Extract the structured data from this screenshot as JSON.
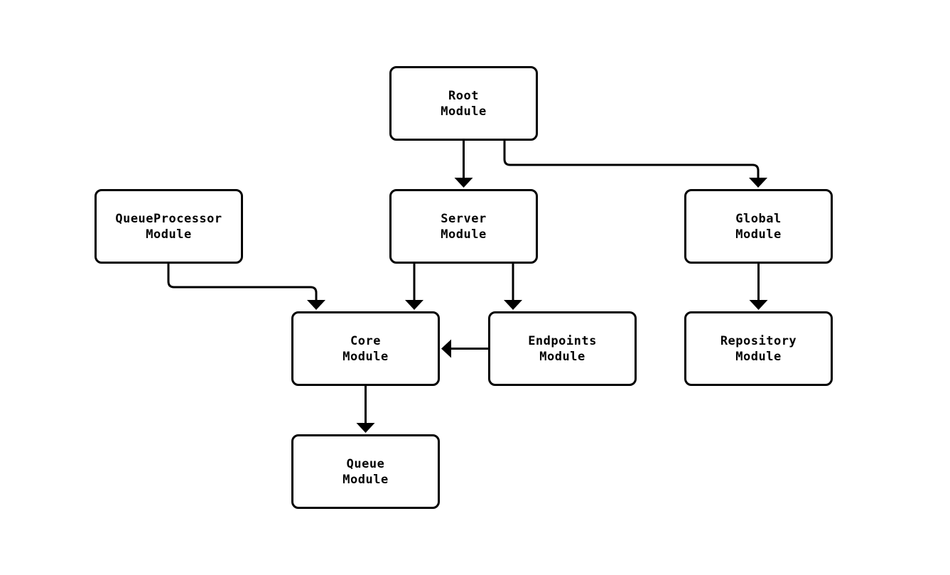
{
  "diagram": {
    "type": "module-dependency-flowchart",
    "colors": {
      "background": "#ffffff",
      "node_fill": "#ffffff",
      "node_border": "#000000",
      "edge_stroke": "#000000",
      "text": "#000000"
    },
    "nodes": [
      {
        "id": "root",
        "line1": "Root",
        "line2": "Module"
      },
      {
        "id": "queueprocessor",
        "line1": "QueueProcessor",
        "line2": "Module"
      },
      {
        "id": "server",
        "line1": "Server",
        "line2": "Module"
      },
      {
        "id": "global",
        "line1": "Global",
        "line2": "Module"
      },
      {
        "id": "core",
        "line1": "Core",
        "line2": "Module"
      },
      {
        "id": "endpoints",
        "line1": "Endpoints",
        "line2": "Module"
      },
      {
        "id": "repository",
        "line1": "Repository",
        "line2": "Module"
      },
      {
        "id": "queue",
        "line1": "Queue",
        "line2": "Module"
      }
    ],
    "edges": [
      {
        "from": "Root Module",
        "to": "Server Module"
      },
      {
        "from": "Root Module",
        "to": "Global Module"
      },
      {
        "from": "QueueProcessor Module",
        "to": "Core Module"
      },
      {
        "from": "Server Module",
        "to": "Core Module"
      },
      {
        "from": "Server Module",
        "to": "Endpoints Module"
      },
      {
        "from": "Endpoints Module",
        "to": "Core Module"
      },
      {
        "from": "Global Module",
        "to": "Repository Module"
      },
      {
        "from": "Core Module",
        "to": "Queue Module"
      }
    ]
  }
}
